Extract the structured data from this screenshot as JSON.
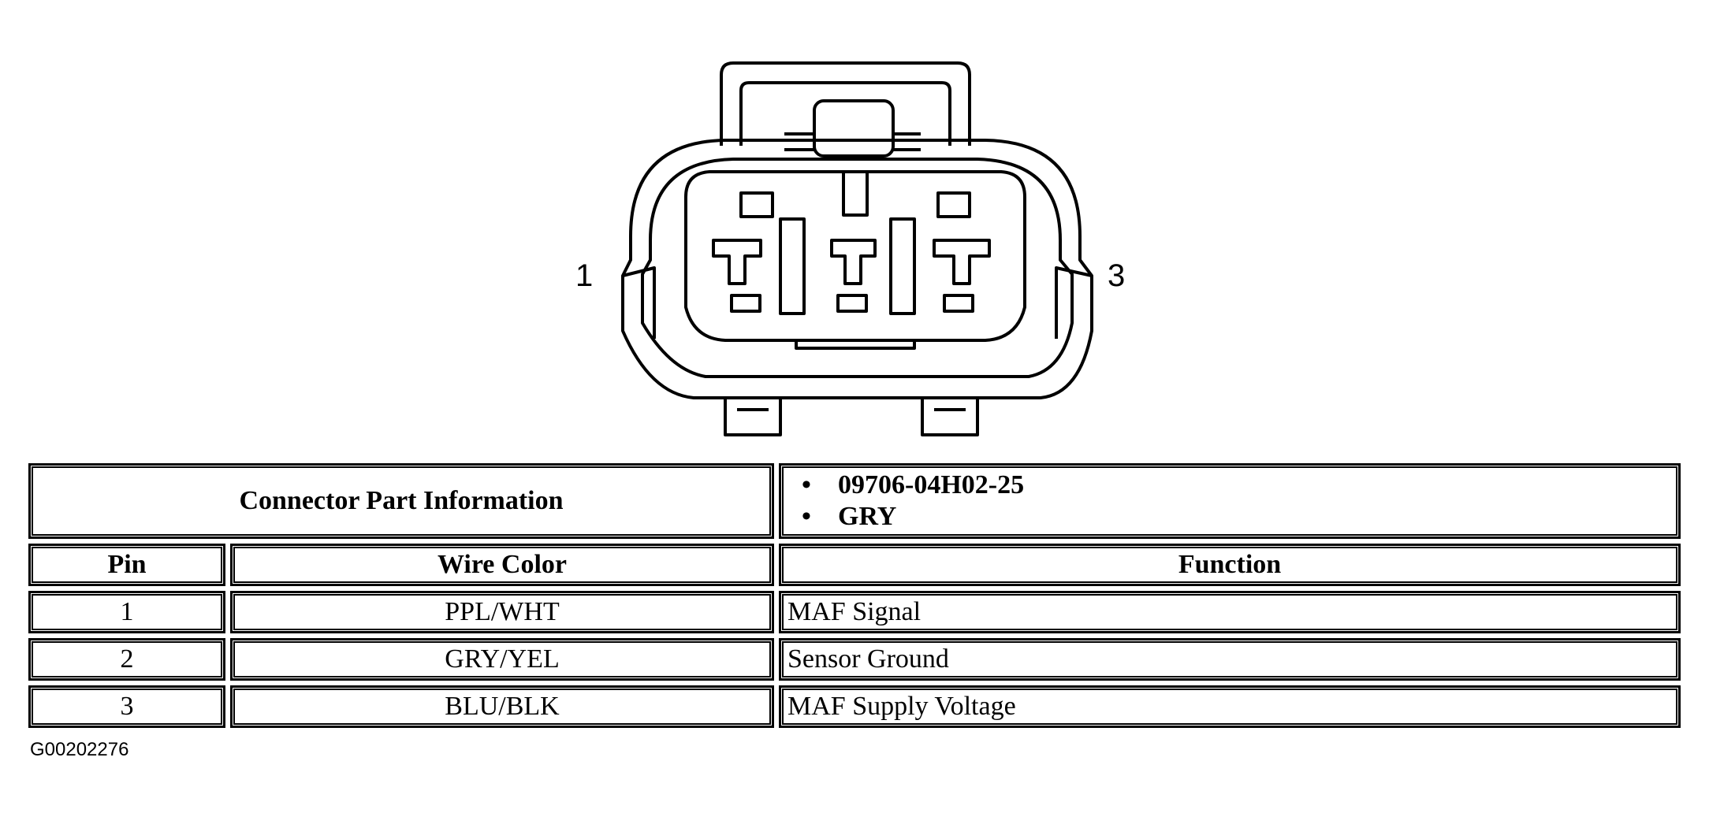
{
  "connector": {
    "pin_left_label": "1",
    "pin_right_label": "3"
  },
  "table": {
    "part_info_label": "Connector Part Information",
    "part_info_values": [
      "09706-04H02-25",
      "GRY"
    ],
    "headers": {
      "pin": "Pin",
      "wire_color": "Wire Color",
      "function": "Function"
    },
    "rows": [
      {
        "pin": "1",
        "wire_color": "PPL/WHT",
        "function": "MAF Signal"
      },
      {
        "pin": "2",
        "wire_color": "GRY/YEL",
        "function": "Sensor Ground"
      },
      {
        "pin": "3",
        "wire_color": "BLU/BLK",
        "function": "MAF Supply Voltage"
      }
    ]
  },
  "figure_id": "G00202276"
}
